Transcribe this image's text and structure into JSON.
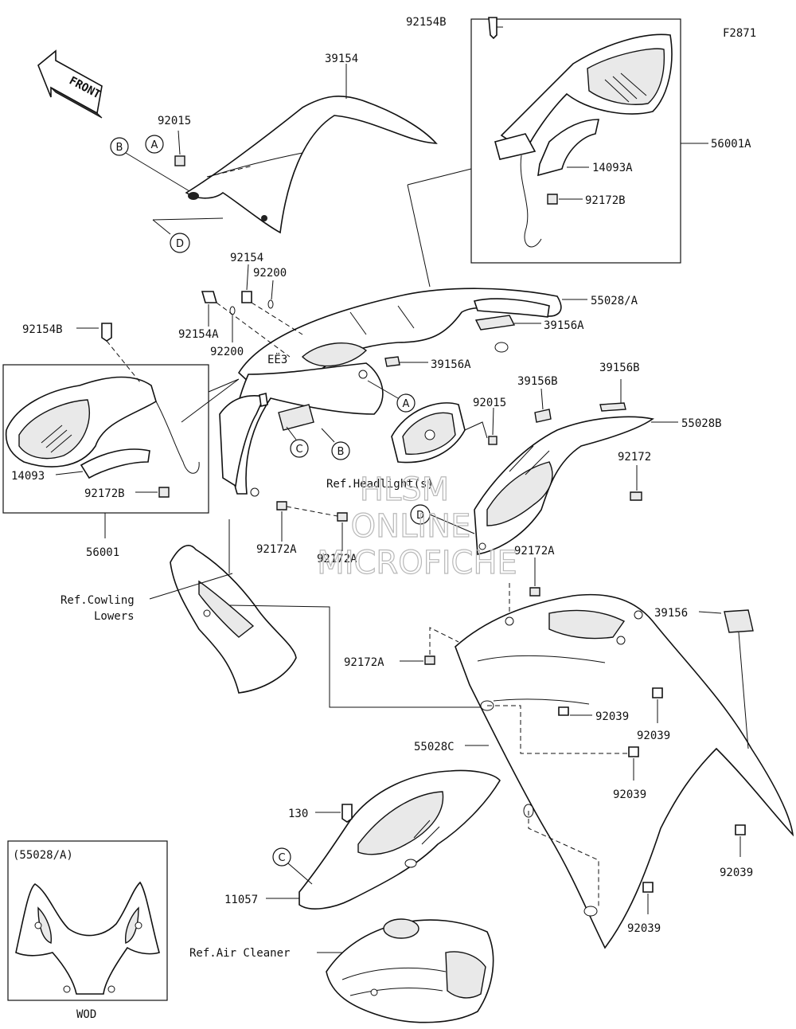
{
  "figure_id": "F2871",
  "front_label": "FRONT",
  "callouts": {
    "p39154": "39154",
    "p92015_top": "92015",
    "p92154B_top": "92154B",
    "p56001A": "56001A",
    "p14093A": "14093A",
    "p92172B_top": "92172B",
    "p92154": "92154",
    "p92200_top": "92200",
    "p55028A": "55028/A",
    "p39156A_a": "39156A",
    "p92154A": "92154A",
    "p92200_b": "92200",
    "p39156A_b": "39156A",
    "p92154B_left": "92154B",
    "p39156B_a": "39156B",
    "p39156B_b": "39156B",
    "p92015_mid": "92015",
    "p55028B": "55028B",
    "p92172": "92172",
    "p14093": "14093",
    "p92172B_left": "92172B",
    "p56001": "56001",
    "p92172A_a": "92172A",
    "p92172A_b": "92172A",
    "p92172A_c": "92172A",
    "p92172A_d": "92172A",
    "p39156": "39156",
    "p92039_a": "92039",
    "p92039_b": "92039",
    "p92039_c": "92039",
    "p92039_d": "92039",
    "p92039_e": "92039",
    "p55028C": "55028C",
    "p130": "130",
    "p11057": "11057"
  },
  "references": {
    "headlight": "Ref.Headlight(s)",
    "cowling_line1": "Ref.Cowling",
    "cowling_line2": "Lowers",
    "air_cleaner": "Ref.Air Cleaner"
  },
  "inset": {
    "title": "(55028/A)",
    "caption": "WOD"
  },
  "markers": {
    "A": "A",
    "B": "B",
    "C": "C",
    "D": "D"
  },
  "watermark": {
    "line1": "HLSM",
    "line2": "ONLINE",
    "line3": "MICROFICHE"
  }
}
